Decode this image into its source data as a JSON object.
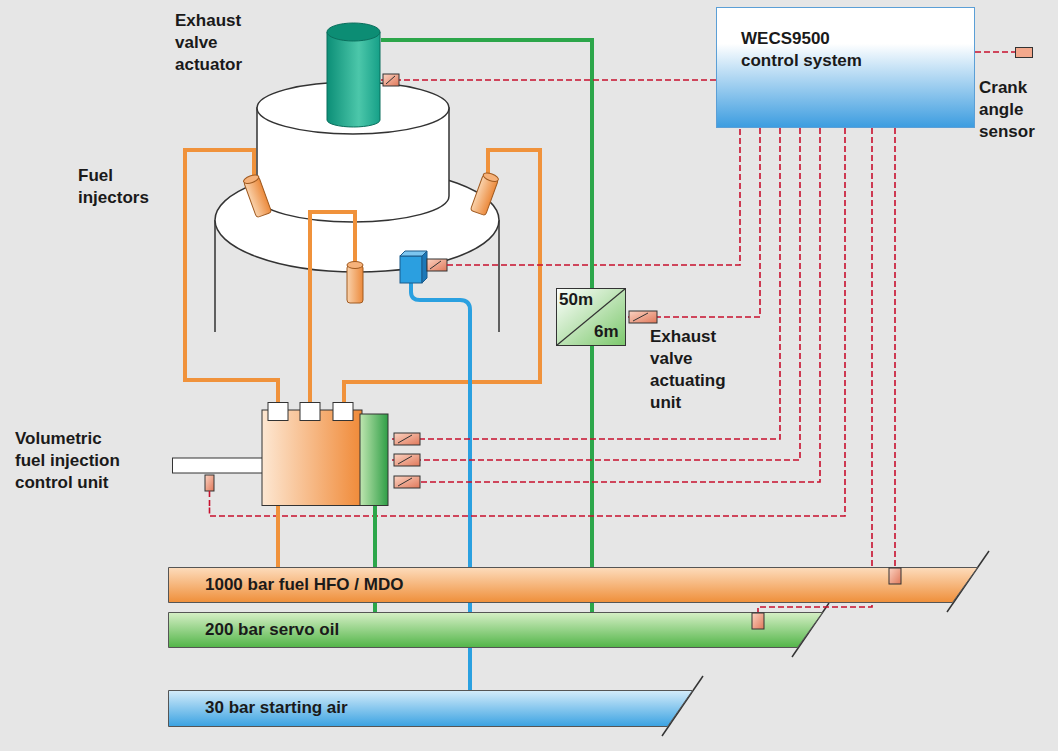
{
  "diagram": {
    "nodes": [
      {
        "text": [
          "Exhaust valve actuator"
        ]
      },
      {
        "text": [
          "WECS9500 control system"
        ]
      },
      {
        "text": [
          "Crank angle sensor"
        ]
      },
      {
        "text": [
          "50m",
          "6m",
          "Exhaust valve actuating unit"
        ]
      },
      {
        "text": [
          "Volumetric fuel injection control unit"
        ]
      },
      {
        "text": [
          "1000 bar fuel HFO / MDO"
        ]
      },
      {
        "text": [
          "200 bar servo oil"
        ]
      },
      {
        "text": [
          "30 bar starting air"
        ]
      }
    ],
    "edges": [
      {
        "from": 0,
        "to": 3,
        "arrow": "none"
      },
      {
        "from": 3,
        "to": 6,
        "arrow": "none"
      },
      {
        "from": 1,
        "to": 0,
        "arrow": "none"
      },
      {
        "from": 1,
        "to": 2,
        "arrow": "none"
      },
      {
        "from": 1,
        "to": 3,
        "arrow": "none"
      },
      {
        "from": 1,
        "to": 4,
        "arrow": "none"
      },
      {
        "from": 1,
        "to": 4,
        "arrow": "none"
      },
      {
        "from": 1,
        "to": 4,
        "arrow": "none"
      },
      {
        "from": 1,
        "to": 4,
        "arrow": "none"
      },
      {
        "from": 1,
        "to": 5,
        "arrow": "none"
      },
      {
        "from": 1,
        "to": 6,
        "arrow": "none"
      },
      {
        "from": 4,
        "to": 5,
        "arrow": "none"
      },
      {
        "from": 4,
        "to": 6,
        "arrow": "none"
      }
    ],
    "labels": [
      "Fuel injectors"
    ]
  }
}
